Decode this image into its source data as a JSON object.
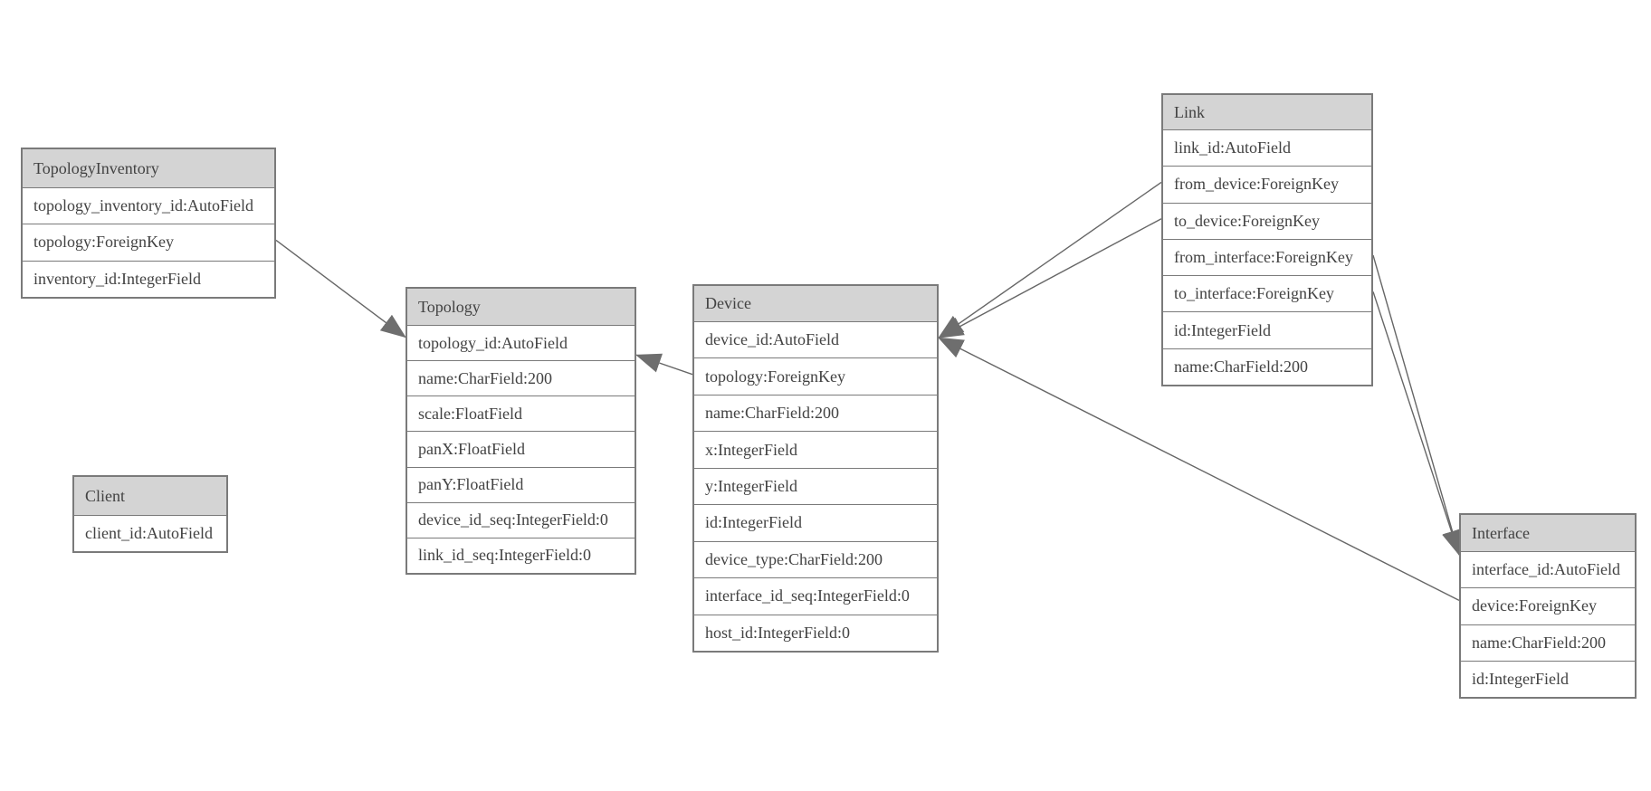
{
  "diagram": {
    "entities": [
      {
        "name": "TopologyInventory",
        "fields": [
          "topology_inventory_id:AutoField",
          "topology:ForeignKey",
          "inventory_id:IntegerField"
        ]
      },
      {
        "name": "Topology",
        "fields": [
          "topology_id:AutoField",
          "name:CharField:200",
          "scale:FloatField",
          "panX:FloatField",
          "panY:FloatField",
          "device_id_seq:IntegerField:0",
          "link_id_seq:IntegerField:0"
        ]
      },
      {
        "name": "Client",
        "fields": [
          "client_id:AutoField"
        ]
      },
      {
        "name": "Device",
        "fields": [
          "device_id:AutoField",
          "topology:ForeignKey",
          "name:CharField:200",
          "x:IntegerField",
          "y:IntegerField",
          "id:IntegerField",
          "device_type:CharField:200",
          "interface_id_seq:IntegerField:0",
          "host_id:IntegerField:0"
        ]
      },
      {
        "name": "Link",
        "fields": [
          "link_id:AutoField",
          "from_device:ForeignKey",
          "to_device:ForeignKey",
          "from_interface:ForeignKey",
          "to_interface:ForeignKey",
          "id:IntegerField",
          "name:CharField:200"
        ]
      },
      {
        "name": "Interface",
        "fields": [
          "interface_id:AutoField",
          "device:ForeignKey",
          "name:CharField:200",
          "id:IntegerField"
        ]
      }
    ],
    "relations": [
      {
        "from": "TopologyInventory",
        "from_field": "topology",
        "to": "Topology",
        "to_field": "topology_id"
      },
      {
        "from": "Device",
        "from_field": "topology",
        "to": "Topology",
        "to_field": "topology_id"
      },
      {
        "from": "Link",
        "from_field": "from_device",
        "to": "Device",
        "to_field": "device_id"
      },
      {
        "from": "Link",
        "from_field": "to_device",
        "to": "Device",
        "to_field": "device_id"
      },
      {
        "from": "Link",
        "from_field": "from_interface",
        "to": "Interface",
        "to_field": "interface_id"
      },
      {
        "from": "Link",
        "from_field": "to_interface",
        "to": "Interface",
        "to_field": "interface_id"
      },
      {
        "from": "Interface",
        "from_field": "device",
        "to": "Device",
        "to_field": "device_id"
      }
    ],
    "colors": {
      "background": "#ffffff",
      "header_fill": "#d4d4d4",
      "row_fill": "#ffffff",
      "border": "#7a7a7a",
      "text": "#424242",
      "edge": "#666666",
      "arrowhead": "#6e6e6e"
    }
  }
}
